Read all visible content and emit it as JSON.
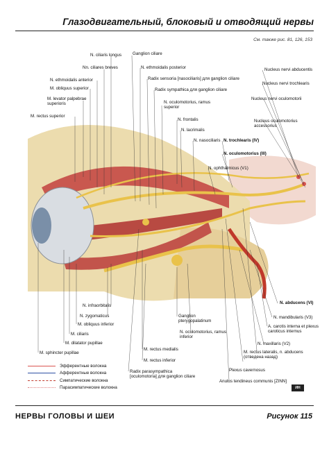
{
  "page": {
    "title": "Глазодвигательный, блоковый и отводящий нервы",
    "see_also": "См. также рис. 81, 126, 153",
    "footer_section": "НЕРВЫ ГОЛОВЫ И ШЕИ",
    "footer_figure": "Рисунок 115",
    "logo_text": "ИН"
  },
  "labels": {
    "ciliaris_longus": "N. ciliaris longus",
    "ganglion_ciliare": "Ganglion ciliare",
    "ciliares_breves": "Nn. ciliares breves",
    "ethmoidalis_posterior": "N. ethmoidalis posterior",
    "radix_sensoria": "Radix sensoria [nasociliaris] для ganglion ciliare",
    "ethmoidalis_anterior": "N. ethmoidalis anterior",
    "obliquus_superior": "M. obliquus superior",
    "radix_sympathica": "Radix sympathica для ganglion ciliare",
    "levator_1": "M. levator palpebrae",
    "levator_2": "superioris",
    "oculomotorius_ramus_1": "N. oculomotorius, ramus",
    "oculomotorius_ramus_2": "superior",
    "rectus_superior": "M. rectus superior",
    "frontalis": "N. frontalis",
    "lacrimalis": "N. lacrimalis",
    "nasociliaris": "N. nasociliaris",
    "trochlearis": "N. trochlearis (IV)",
    "oculomotorius": "N. oculomotorius (III)",
    "ophthalmicus": "N. ophthalmicus (V1)",
    "nucleus_abducentis": "Nucleus nervi abducentis",
    "nucleus_trochlearis": "Nucleus nervi trochlearis",
    "nucleus_oculomotorii": "Nucleus nervi oculomotorii",
    "nucleus_accessorius_1": "Nucleus oculomotorius",
    "nucleus_accessorius_2": "accessorius",
    "abducens": "N. abducens (VI)",
    "mandibularis": "N. mandibularis (V3)",
    "carotis_1": "A. carotis interna et plexus",
    "carotis_2": "caroticus internus",
    "maxillaris": "N. maxillaris (V2)",
    "rectus_lateralis_1": "M. rectus lateralis, n. abducens",
    "rectus_lateralis_2": "(отведена назад)",
    "plexus_cavernosus": "Plexus cavernosus",
    "anulus": "Anulus tendineus communis [ZINN]",
    "infraorbitalis": "N. infraorbitalis",
    "zygomaticus": "N. zygomaticus",
    "obliquus_inferior": "M. obliquus inferior",
    "ciliaris": "M. ciliaris",
    "dilatator": "M. dilatator pupillae",
    "sphincter": "M. sphincter pupillae",
    "ganglion_ptery_1": "Ganglion",
    "ganglion_ptery_2": "pterygopalatinum",
    "oculomotorius_inf_1": "N. oculomotorius, ramus",
    "oculomotorius_inf_2": "inferior",
    "rectus_medialis": "M. rectus medialis",
    "rectus_inferior": "M. rectus inferior",
    "radix_parasymp_1": "Radix parasympathica",
    "radix_parasymp_2": "[oculomotoria] для ganglion ciliare"
  },
  "legend": [
    {
      "label": "Эфферентные волокна",
      "color": "#d9534f",
      "style": "solid"
    },
    {
      "label": "Афферентные волокна",
      "color": "#2c4fa3",
      "style": "solid"
    },
    {
      "label": "Симпатические волокна",
      "color": "#c0392b",
      "style": "dashed"
    },
    {
      "label": "Парасимпатические волокна",
      "color": "#e08080",
      "style": "dotted"
    }
  ],
  "colors": {
    "muscle": "#c9584f",
    "bone": "#ecdcae",
    "nerve": "#e9c24a",
    "eye": "#d9dde2",
    "brain": "#f2d9d0"
  }
}
